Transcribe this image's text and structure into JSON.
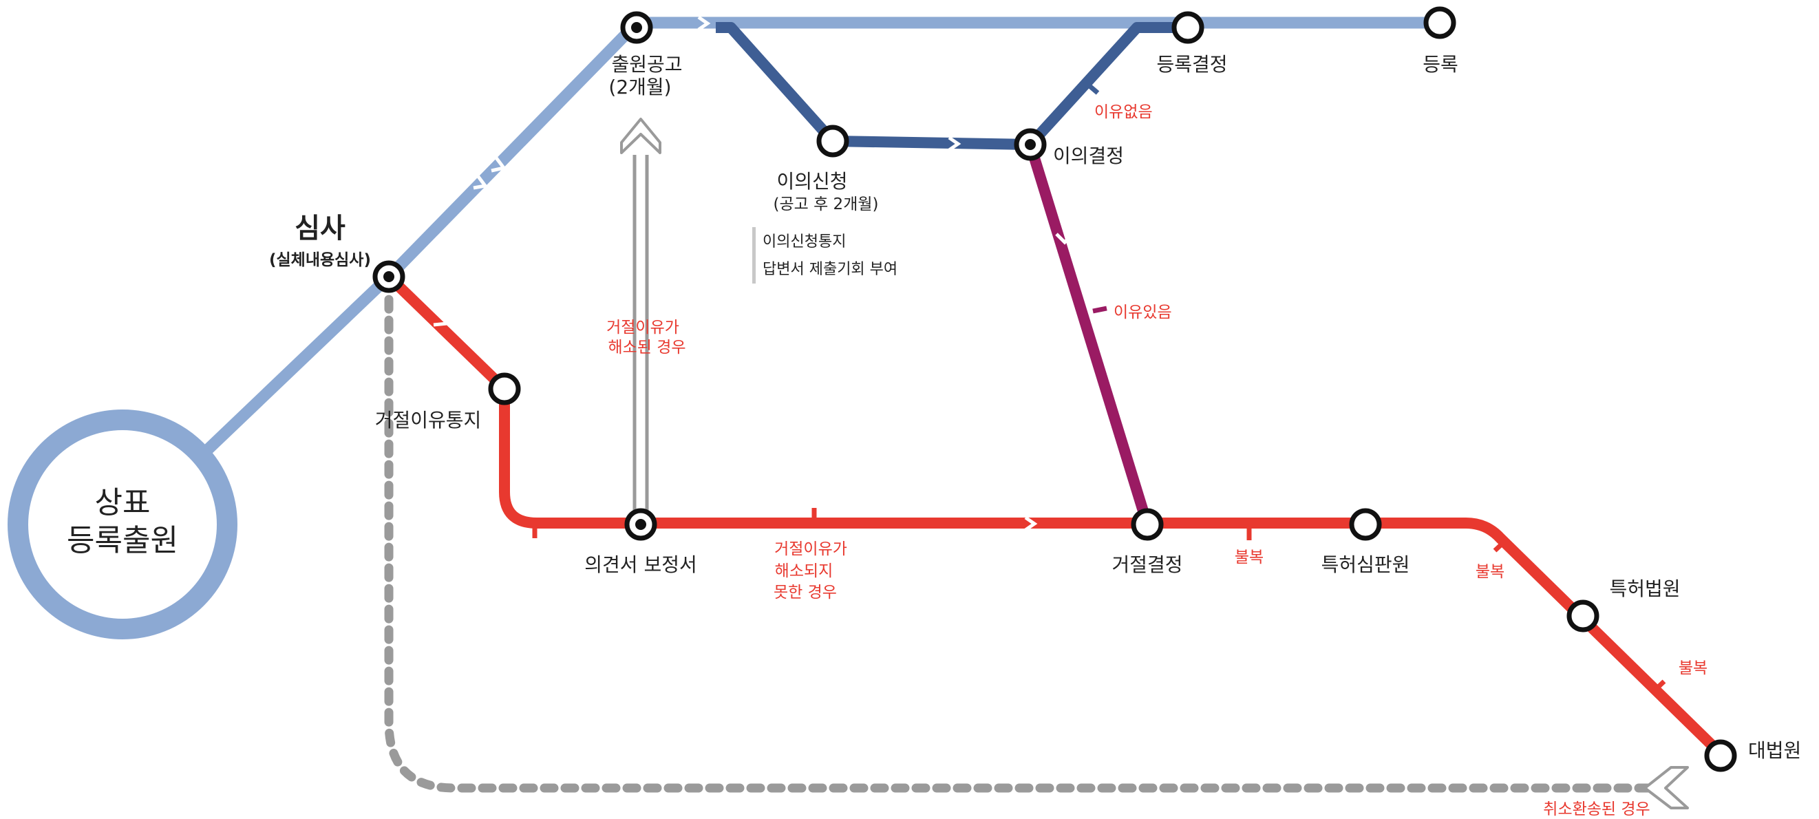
{
  "colors": {
    "application_line": "#8ca9d3",
    "opposition_line": "#3e5e94",
    "rejection_line": "#e8392f",
    "opposition_decision_line": "#9a1b63",
    "return_line": "#9a9a9a",
    "red_text": "#e8392f",
    "station_fill": "#ffffff",
    "station_stroke": "#111111"
  },
  "origin": {
    "line1": "상표",
    "line2": "등록출원"
  },
  "stations": {
    "examination": {
      "title": "심사",
      "subtitle": "(실체내용심사)"
    },
    "publication": {
      "title": "출원공고",
      "subtitle": "(2개월)"
    },
    "registration_decision": {
      "title": "등록결정"
    },
    "registration": {
      "title": "등록"
    },
    "opposition_filing": {
      "title": "이의신청",
      "subtitle": "(공고 후 2개월)"
    },
    "opposition_decision": {
      "title": "이의결정"
    },
    "rejection_notice": {
      "title": "거절이유통지"
    },
    "written_opinion": {
      "title": "의견서 보정서"
    },
    "rejection_decision": {
      "title": "거절결정"
    },
    "ip_tribunal": {
      "title": "특허심판원"
    },
    "patent_court": {
      "title": "특허법원"
    },
    "supreme_court": {
      "title": "대법원"
    }
  },
  "notes": {
    "opposition_notice": "이의신청통지",
    "answer_opportunity": "답변서 제출기회 부여"
  },
  "branch_labels": {
    "no_reason": "이유없음",
    "has_reason": "이유있음",
    "resolved_1": "거절이유가",
    "resolved_2": "해소된 경우",
    "not_resolved_1": "거절이유가",
    "not_resolved_2": "해소되지",
    "not_resolved_3": "못한 경우",
    "appeal_1": "불복",
    "appeal_2": "불복",
    "appeal_3": "불복",
    "remanded": "취소환송된 경우"
  }
}
